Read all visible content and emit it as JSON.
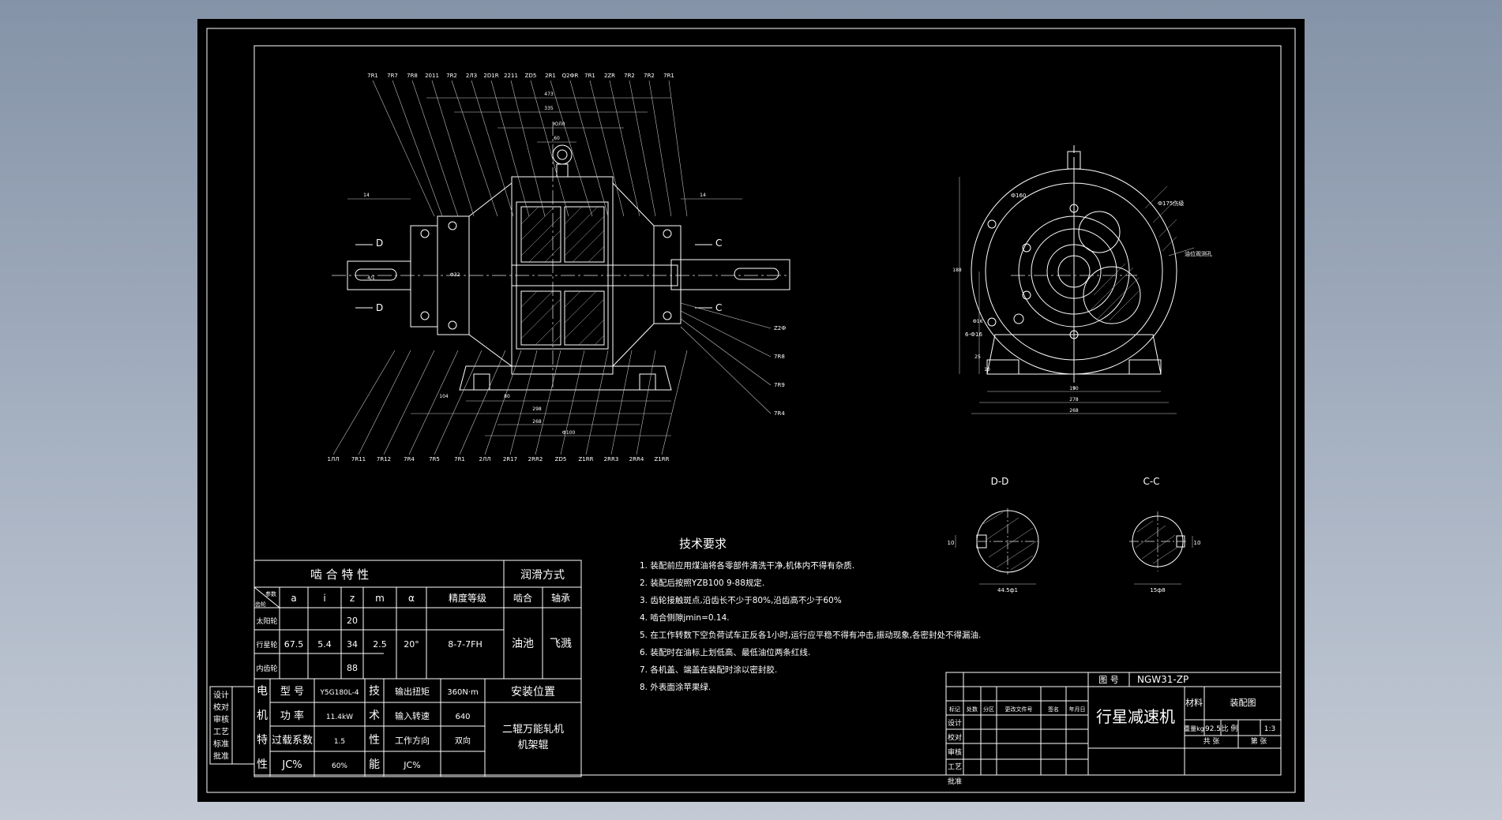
{
  "colors": {
    "background": "#000000",
    "lines": "#ffffff",
    "outer": "#8a95a6"
  },
  "front_view": {
    "top_labels": [
      "7R1",
      "7R7",
      "7R8",
      "2011",
      "7R2",
      "2ЛЗ",
      "2D1R",
      "2211",
      "ZD5",
      "2R1",
      "Q2ФR",
      "7R1",
      "2ZR",
      "7R2",
      "7R2",
      "7R1"
    ],
    "bottom_labels": [
      "1ЛЛ",
      "7R11",
      "7R12",
      "7R4",
      "7R5",
      "7R1",
      "2ЛЛ",
      "2R17",
      "2RR2",
      "ZD5",
      "Z1RR",
      "2RR3",
      "2RR4",
      "Z1RR"
    ],
    "right_labels": [
      "Z2Ф",
      "7R8",
      "7R9",
      "7R4"
    ],
    "dims": [
      "473",
      "335",
      "ЮЛ0",
      "60",
      "14",
      "14",
      "4/1",
      "Ф32",
      "104",
      "80",
      "298",
      "268",
      "Ф100"
    ],
    "section_marks": [
      "D",
      "D",
      "C",
      "C"
    ]
  },
  "side_view": {
    "labels": [
      "Ф160",
      "Ф175伤级",
      "油位观测孔",
      "6-Ф16"
    ],
    "dims": [
      "190",
      "278",
      "268",
      "188",
      "Ф16",
      "25",
      "10"
    ]
  },
  "sections": [
    {
      "title": "D-D",
      "dim_a": "44.5ф1",
      "dim_b": "10"
    },
    {
      "title": "C-C",
      "dim_a": "15ф8",
      "dim_b": "10"
    }
  ],
  "tech": {
    "title": "技术要求",
    "items": [
      "1. 装配前应用煤油将各零部件清洗干净,机体内不得有杂质.",
      "2. 装配后按照YZB100 9-88规定.",
      "3. 齿轮接触斑点,沿齿长不少于80%,沿齿高不少于60%",
      "4. 啮合侧隙jmin=0.14.",
      "5. 在工作转数下空负荷试车正反各1小时,运行应平稳不得有冲击,振动现象,各密封处不得漏油.",
      "6. 装配时在油标上划低高、最低油位两条红线.",
      "7. 各机盖、端盖在装配时涂以密封胶.",
      "8. 外表面涂苹果绿."
    ]
  },
  "mesh_table": {
    "title": "啮 合 特 性",
    "lube_title": "润滑方式",
    "corner_top": "参数",
    "corner_bot": "齿轮",
    "headers": [
      "a",
      "i",
      "z",
      "m",
      "α",
      "精度等级",
      "啮合",
      "轴承"
    ],
    "rows": [
      "太阳轮",
      "行星轮",
      "内齿轮"
    ],
    "a": "67.5",
    "i": "5.4",
    "z": [
      "20",
      "34",
      "88"
    ],
    "m": "2.5",
    "alpha": "20°",
    "grade": "8-7-7FH",
    "lube_mesh": "油池",
    "lube_bearing": "飞溅"
  },
  "motor_table": {
    "v_label_1": [
      "电",
      "机",
      "特",
      "性"
    ],
    "v_label_2": [
      "技",
      "术",
      "性",
      "能"
    ],
    "rows": [
      {
        "k": "型 号",
        "v": "Y5G180L-4"
      },
      {
        "k": "功 率",
        "v": "11.4kW"
      },
      {
        "k": "过载系数",
        "v": "1.5"
      },
      {
        "k": "JC%",
        "v": "60%"
      }
    ],
    "perf": [
      {
        "k": "输出扭矩",
        "v": "360N·m"
      },
      {
        "k": "输入转速",
        "v": "640"
      },
      {
        "k": "工作方向",
        "v": "双向"
      },
      {
        "k": "JC%",
        "v": ""
      }
    ],
    "install_title": "安装位置",
    "install_value": [
      "二辊万能轧机",
      "机架辊"
    ]
  },
  "left_stamp": [
    "设计",
    "校对",
    "审核",
    "工艺",
    "标准",
    "批准"
  ],
  "title_block": {
    "drawing_no_label": "图 号",
    "drawing_no": "NGW31-ZP",
    "name": "行星减速机",
    "material_label": "材料",
    "drawing_type": "装配图",
    "weight_label": "重量kg",
    "weight": "92.5",
    "scale_label": "比 例",
    "scale": "1:3",
    "sheets": "共 张",
    "sheet": "第 张",
    "rev_headers": [
      "标记",
      "处数",
      "分区",
      "更改文件号",
      "签名",
      "年月日"
    ],
    "roles": [
      "设计",
      "校对",
      "审核",
      "工艺",
      "批准"
    ]
  }
}
